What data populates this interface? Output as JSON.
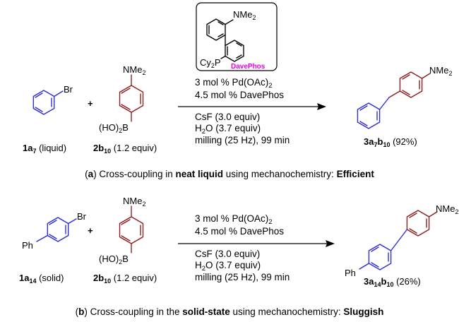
{
  "ligand": {
    "substituent": "NMe",
    "substituent_sub": "2",
    "phosphine": "Cy",
    "phosphine_sub": "2",
    "phosphine_atom": "P",
    "name": "DavePhos",
    "name_color": "#e600e6"
  },
  "colors": {
    "aryl_halide": "#2a2ad6",
    "boronic_acid": "#8b1a1a"
  },
  "plus": "+",
  "panel_a": {
    "halide_atom": "Br",
    "amine": "NMe",
    "amine_sub": "2",
    "boron": "(HO)",
    "boron_sub": "2",
    "boron_atom": "B",
    "substrate_label": {
      "bold": "1a",
      "sub": "7",
      "rest": " (liquid)"
    },
    "boronic_label": {
      "bold": "2b",
      "sub": "10",
      "rest": " (1.2 equiv)"
    },
    "conditions_top": [
      "3 mol % Pd(OAc)",
      "4.5 mol % DavePhos"
    ],
    "conditions_top_sub": "2",
    "conditions_bottom": [
      "CsF (3.0 equiv)",
      "H",
      "O (3.7 equiv)",
      "milling (25 Hz), 99 min"
    ],
    "water_sub": "2",
    "product_label": {
      "bold1": "3a",
      "sub1": "7",
      "bold2": "b",
      "sub2": "10",
      "rest": " (92%)"
    },
    "caption": {
      "p1": "(",
      "letter": "a",
      "p2": ") Cross-coupling in ",
      "bold1": "neat liquid",
      "p3": " using mechanochemistry: ",
      "bold2": "Efficient"
    }
  },
  "panel_b": {
    "halide_atom": "Br",
    "phenyl": "Ph",
    "amine": "NMe",
    "amine_sub": "2",
    "boron": "(HO)",
    "boron_sub": "2",
    "boron_atom": "B",
    "substrate_label": {
      "bold": "1a",
      "sub": "14",
      "rest": " (solid)"
    },
    "boronic_label": {
      "bold": "2b",
      "sub": "10",
      "rest": " (1.2 equiv)"
    },
    "conditions_top": [
      "3 mol % Pd(OAc)",
      "4.5 mol % DavePhos"
    ],
    "conditions_top_sub": "2",
    "conditions_bottom": [
      "CsF (3.0 equiv)",
      "H",
      "O (3.7 equiv)",
      "milling (25 Hz), 99 min"
    ],
    "water_sub": "2",
    "product_label": {
      "bold1": "3a",
      "sub1": "14",
      "bold2": "b",
      "sub2": "10",
      "rest": " (26%)"
    },
    "caption": {
      "p1": "(",
      "letter": "b",
      "p2": ") Cross-coupling in the ",
      "bold1": "solid-state",
      "p3": " using mechanochemistry: ",
      "bold2": "Sluggish"
    }
  }
}
